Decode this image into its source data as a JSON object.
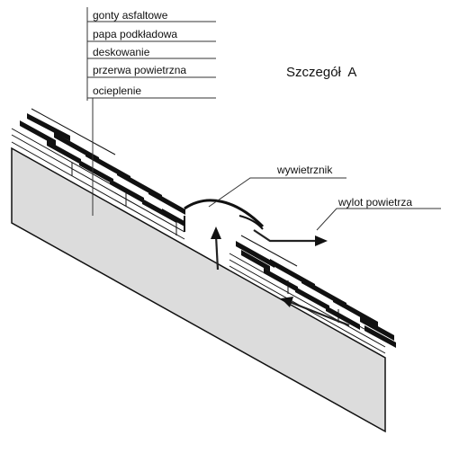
{
  "title": "Szczegół  A",
  "layers": [
    {
      "label": "gonty asfaltowe"
    },
    {
      "label": "papa podkładowa"
    },
    {
      "label": "deskowanie"
    },
    {
      "label": "przerwa powietrzna"
    },
    {
      "label": "ocieplenie"
    }
  ],
  "callouts": {
    "vent": "wywietrznik",
    "outlet": "wylot powietrza"
  },
  "colors": {
    "insulation": "#dcdcdc",
    "ink": "#111111"
  }
}
